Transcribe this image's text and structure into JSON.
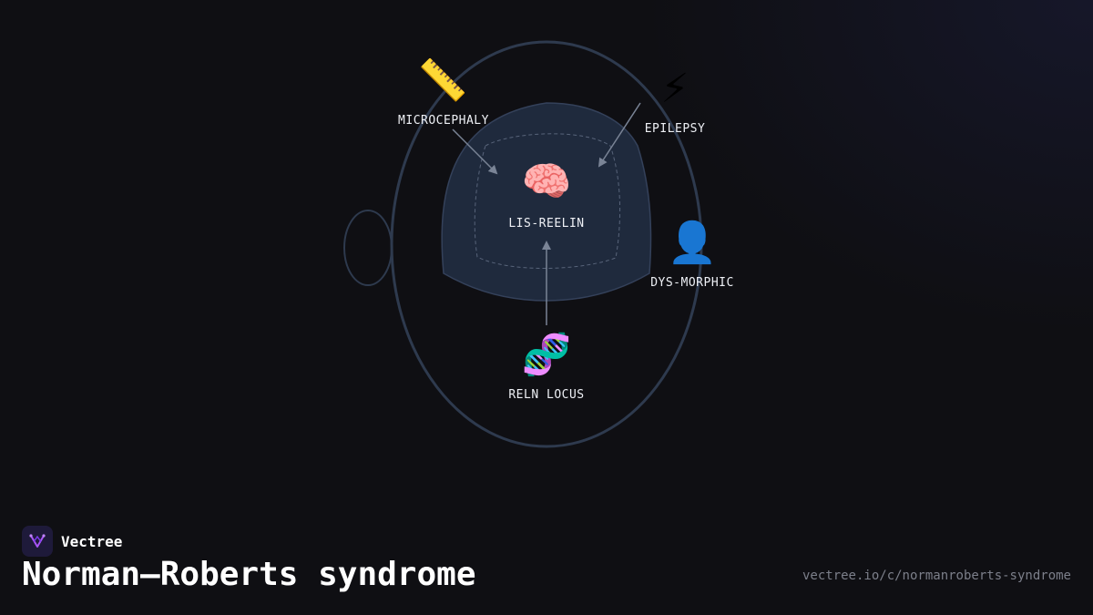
{
  "colors": {
    "background": "#0f0f13",
    "outline": "#2e3a4e",
    "brain_fill": "#1f2a3d",
    "arrow": "#7a8496",
    "label": "#eef0f5",
    "url": "#7c7f8a",
    "brand_accent": "#a855f7"
  },
  "nodes": {
    "microcephaly": {
      "icon": "ruler-icon",
      "glyph": "📏",
      "label": "MICROCEPHALY"
    },
    "epilepsy": {
      "icon": "lightning-icon",
      "glyph": "⚡",
      "label": "EPILEPSY"
    },
    "lis_reelin": {
      "icon": "brain-icon",
      "glyph": "🧠",
      "label": "LIS-REELIN"
    },
    "dysmorphic": {
      "icon": "person-silhouette-icon",
      "glyph": "👤",
      "label": "DYS-MORPHIC"
    },
    "reln_locus": {
      "icon": "dna-icon",
      "glyph": "🧬",
      "label": "RELN LOCUS"
    }
  },
  "brand": {
    "name": "Vectree",
    "logo_icon": "vectree-logo-icon"
  },
  "title": "Norman–Roberts syndrome",
  "url": "vectree.io/c/normanroberts-syndrome"
}
